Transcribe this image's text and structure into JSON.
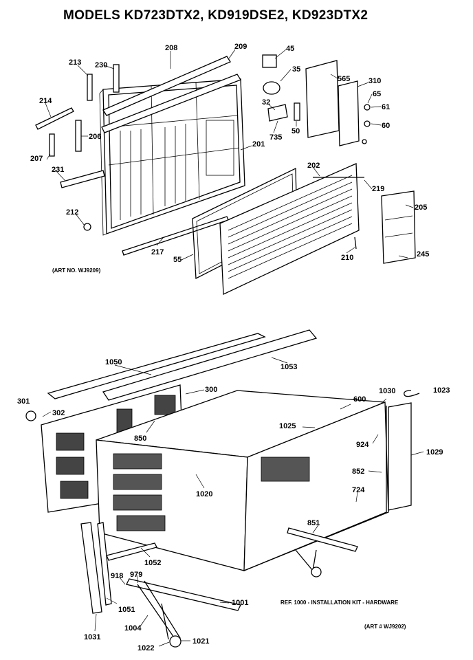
{
  "title": "MODELS KD723DTX2, KD919DSE2, KD923DTX2",
  "art_note_top": "(ART NO. WJ9209)",
  "ref_note": "REF. 1000 - INSTALLATION KIT - HARDWARE",
  "art_note_bottom": "(ART # WJ9202)",
  "callouts": [
    {
      "id": "c208",
      "text": "208"
    },
    {
      "id": "c209",
      "text": "209"
    },
    {
      "id": "c213",
      "text": "213"
    },
    {
      "id": "c230",
      "text": "230"
    },
    {
      "id": "c45",
      "text": "45"
    },
    {
      "id": "c35",
      "text": "35"
    },
    {
      "id": "c565",
      "text": "565"
    },
    {
      "id": "c310",
      "text": "310"
    },
    {
      "id": "c65",
      "text": "65"
    },
    {
      "id": "c61",
      "text": "61"
    },
    {
      "id": "c60",
      "text": "60"
    },
    {
      "id": "c32",
      "text": "32"
    },
    {
      "id": "c50",
      "text": "50"
    },
    {
      "id": "c735",
      "text": "735"
    },
    {
      "id": "c214",
      "text": "214"
    },
    {
      "id": "c206",
      "text": "206"
    },
    {
      "id": "c207",
      "text": "207"
    },
    {
      "id": "c201",
      "text": "201"
    },
    {
      "id": "c231",
      "text": "231"
    },
    {
      "id": "c202",
      "text": "202"
    },
    {
      "id": "c219",
      "text": "219"
    },
    {
      "id": "c205",
      "text": "205"
    },
    {
      "id": "c212",
      "text": "212"
    },
    {
      "id": "c217",
      "text": "217"
    },
    {
      "id": "c55",
      "text": "55"
    },
    {
      "id": "c210",
      "text": "210"
    },
    {
      "id": "c245",
      "text": "245"
    },
    {
      "id": "c1050",
      "text": "1050"
    },
    {
      "id": "c1053",
      "text": "1053"
    },
    {
      "id": "c300",
      "text": "300"
    },
    {
      "id": "c301",
      "text": "301"
    },
    {
      "id": "c302",
      "text": "302"
    },
    {
      "id": "c850",
      "text": "850"
    },
    {
      "id": "c600",
      "text": "600"
    },
    {
      "id": "c1030",
      "text": "1030"
    },
    {
      "id": "c1023",
      "text": "1023"
    },
    {
      "id": "c1025",
      "text": "1025"
    },
    {
      "id": "c924",
      "text": "924"
    },
    {
      "id": "c1029",
      "text": "1029"
    },
    {
      "id": "c852",
      "text": "852"
    },
    {
      "id": "c1020",
      "text": "1020"
    },
    {
      "id": "c724",
      "text": "724"
    },
    {
      "id": "c851",
      "text": "851"
    },
    {
      "id": "c1052",
      "text": "1052"
    },
    {
      "id": "c918",
      "text": "918"
    },
    {
      "id": "c979",
      "text": "979"
    },
    {
      "id": "c1051",
      "text": "1051"
    },
    {
      "id": "c1001",
      "text": "1001"
    },
    {
      "id": "c1004",
      "text": "1004"
    },
    {
      "id": "c1031",
      "text": "1031"
    },
    {
      "id": "c1022",
      "text": "1022"
    },
    {
      "id": "c1021",
      "text": "1021"
    }
  ]
}
